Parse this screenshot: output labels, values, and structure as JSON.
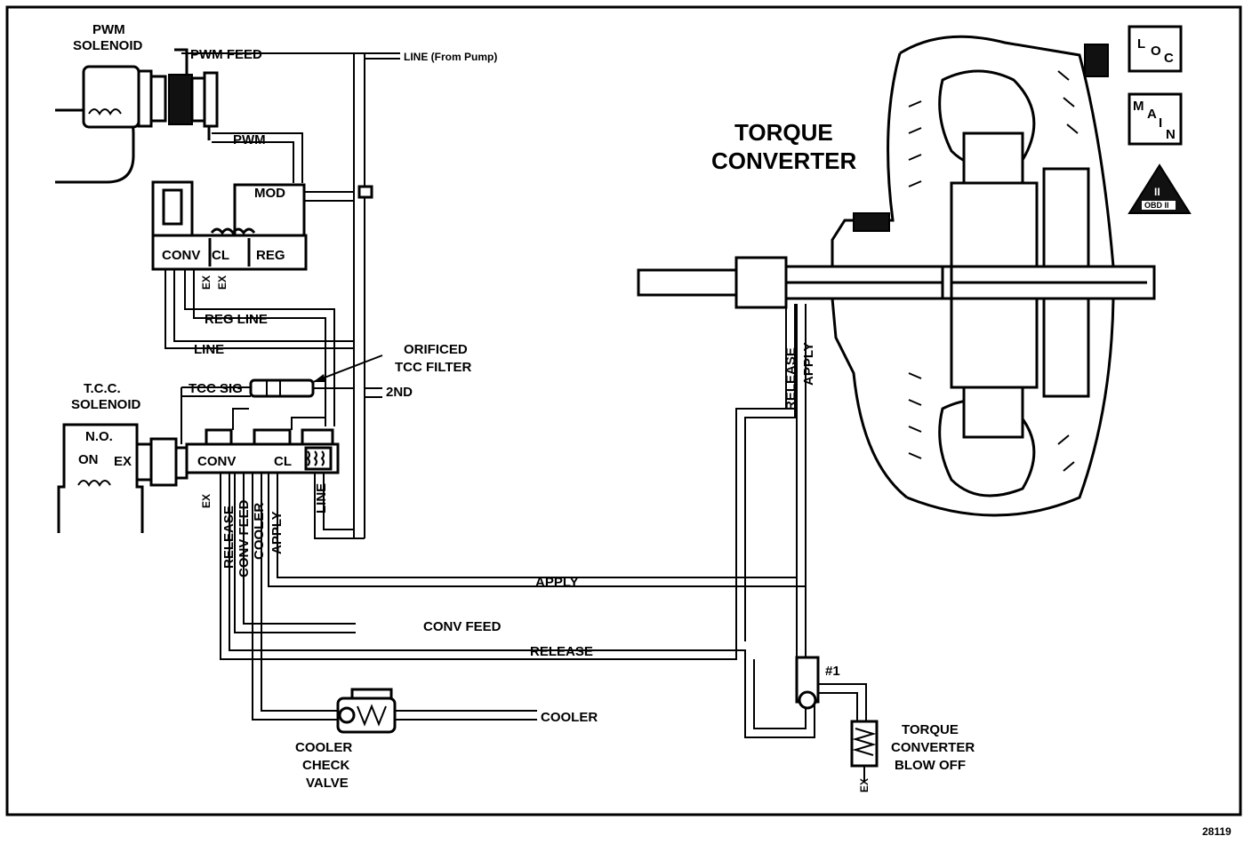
{
  "labels": {
    "pwm_solenoid": [
      "PWM",
      "SOLENOID"
    ],
    "pwm_feed": "PWM FEED",
    "line_from_pump": "LINE (From Pump)",
    "pwm": "PWM",
    "mod": "MOD",
    "conv": "CONV",
    "cl": "CL",
    "reg": "REG",
    "ex_upper": "EX",
    "reg_line": "REG LINE",
    "line": "LINE",
    "orificed_tcc_filter": [
      "ORIFICED",
      "TCC FILTER"
    ],
    "tcc_solenoid": [
      "T.C.C.",
      "SOLENOID"
    ],
    "tcc_sig": "TCC SIG",
    "second": "2ND",
    "no": "N.O.",
    "on": "ON",
    "ex_solenoid": "EX",
    "conv_lower": "CONV",
    "cl_lower": "CL",
    "ex_lower": "EX",
    "release_v": "RELEASE",
    "conv_feed_v": "CONV FEED",
    "cooler_v": "COOLER",
    "apply_v": "APPLY",
    "line_v": "LINE",
    "apply_h": "APPLY",
    "conv_feed_h": "CONV FEED",
    "release_h": "RELEASE",
    "cooler_h": "COOLER",
    "cooler_check_valve": [
      "COOLER",
      "CHECK",
      "VALVE"
    ],
    "torque_converter": [
      "TORQUE",
      "CONVERTER"
    ],
    "release_tc": "RELEASE",
    "apply_tc": "APPLY",
    "check_ball": "#1",
    "blow_off": [
      "TORQUE",
      "CONVERTER",
      "BLOW OFF"
    ],
    "blow_off_ex": "EX",
    "loc": [
      "L",
      "O",
      "C"
    ],
    "main": [
      "M",
      "A",
      "I",
      "N"
    ],
    "obd": "OBD II",
    "obd_mark": "II",
    "figure_number": "28119"
  }
}
